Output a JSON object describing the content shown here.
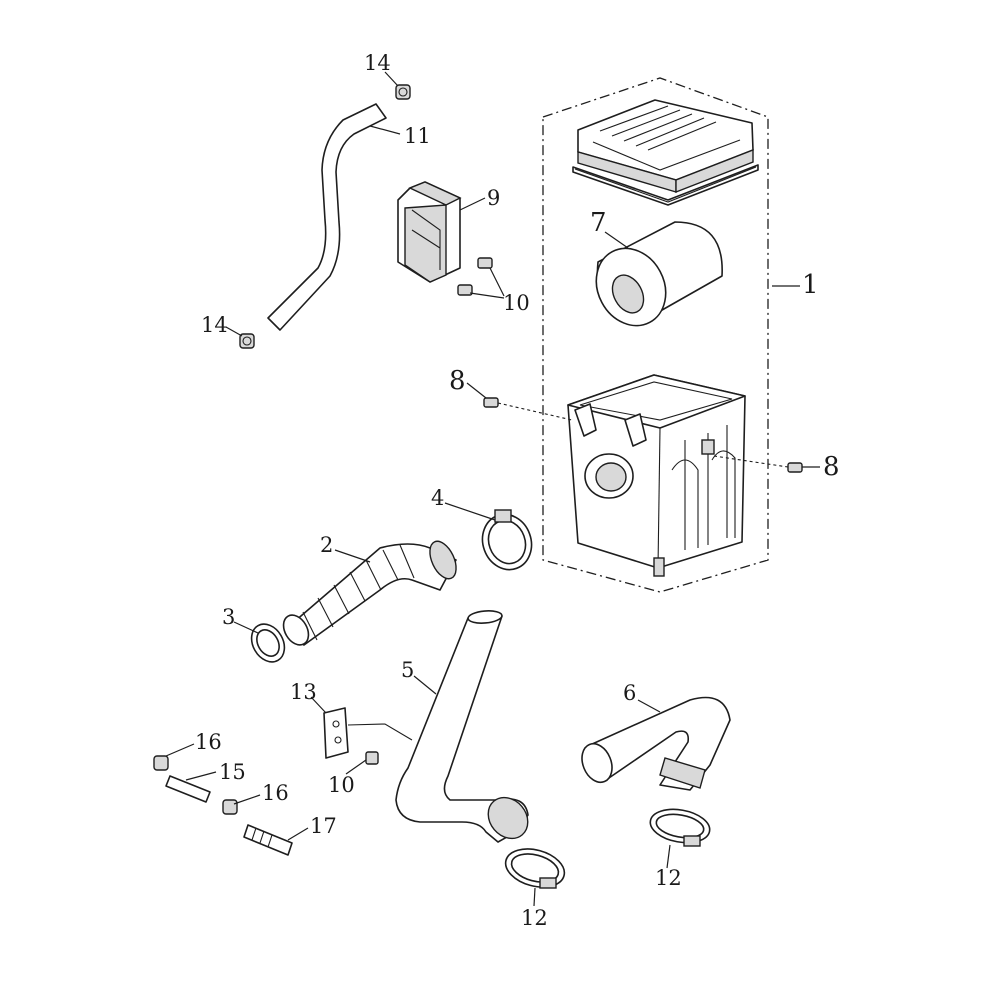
{
  "callouts": [
    {
      "id": "c14a",
      "text": "14"
    },
    {
      "id": "c11",
      "text": "11"
    },
    {
      "id": "c9",
      "text": "9"
    },
    {
      "id": "c10a",
      "text": "10"
    },
    {
      "id": "c14b",
      "text": "14"
    },
    {
      "id": "c7",
      "text": "7"
    },
    {
      "id": "c1",
      "text": "1"
    },
    {
      "id": "c8a",
      "text": "8"
    },
    {
      "id": "c8b",
      "text": "8"
    },
    {
      "id": "c4",
      "text": "4"
    },
    {
      "id": "c2",
      "text": "2"
    },
    {
      "id": "c3",
      "text": "3"
    },
    {
      "id": "c5",
      "text": "5"
    },
    {
      "id": "c13",
      "text": "13"
    },
    {
      "id": "c6",
      "text": "6"
    },
    {
      "id": "c16a",
      "text": "16"
    },
    {
      "id": "c15",
      "text": "15"
    },
    {
      "id": "c16b",
      "text": "16"
    },
    {
      "id": "c17",
      "text": "17"
    },
    {
      "id": "c10b",
      "text": "10"
    },
    {
      "id": "c12a",
      "text": "12"
    },
    {
      "id": "c12b",
      "text": "12"
    }
  ]
}
